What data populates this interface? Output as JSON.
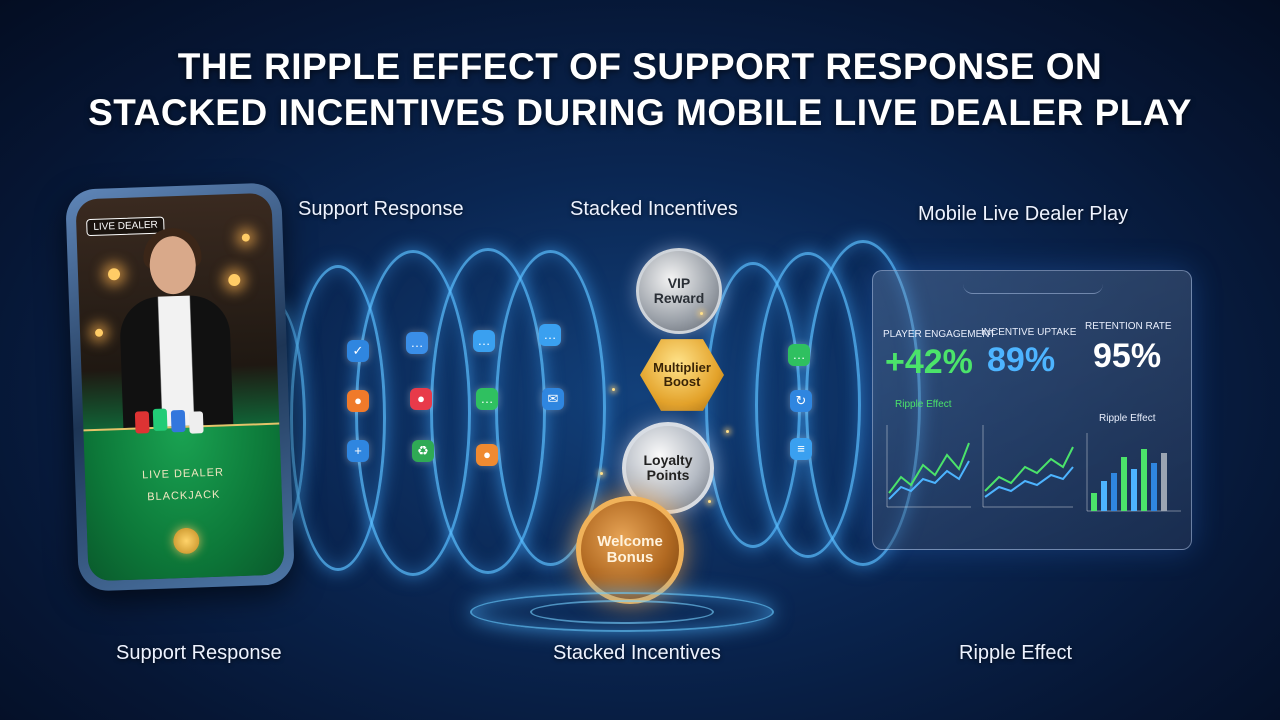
{
  "title": {
    "line1": "THE RIPPLE EFFECT OF SUPPORT RESPONSE ON",
    "line2": "STACKED INCENTIVES DURING MOBILE LIVE DEALER PLAY"
  },
  "top_labels": {
    "support": "Support Response",
    "incentives": "Stacked Incentives",
    "live_dealer": "Mobile Live Dealer Play"
  },
  "bottom_labels": {
    "support": "Support Response",
    "incentives": "Stacked Incentives",
    "ripple": "Ripple Effect"
  },
  "phone": {
    "badge": "LIVE DEALER",
    "table_line1": "LIVE DEALER",
    "table_line2": "BLACKJACK"
  },
  "incentives": {
    "vip": "VIP Reward",
    "multiplier": "Multiplier Boost",
    "loyalty": "Loyalty Points",
    "welcome": "Welcome Bonus"
  },
  "dashboard": {
    "engagement_label": "PLAYER ENGAGEMENT",
    "engagement_value": "+42%",
    "uptake_label": "INCENTIVE UPTAKE",
    "uptake_value": "89%",
    "retention_label": "RETENTION RATE",
    "retention_value": "95%",
    "ripple_label_1": "Ripple Effect",
    "ripple_label_2": "Ripple Effect"
  },
  "colors": {
    "engagement": "#4be36a",
    "uptake": "#4db4ff",
    "retention": "#ffffff",
    "ripple": "#5ac8ff",
    "gold": "#f2b23a"
  },
  "icons": [
    "check-chat-icon",
    "user-icon",
    "user-plus-icon",
    "chat-badge-icon",
    "user-pin-icon",
    "recycle-icon",
    "chat-dots-icon",
    "chat-bubble-icon",
    "user-icon",
    "chat-bubble-icon",
    "messenger-icon",
    "chat-bubble-icon",
    "refresh-icon",
    "list-icon"
  ]
}
